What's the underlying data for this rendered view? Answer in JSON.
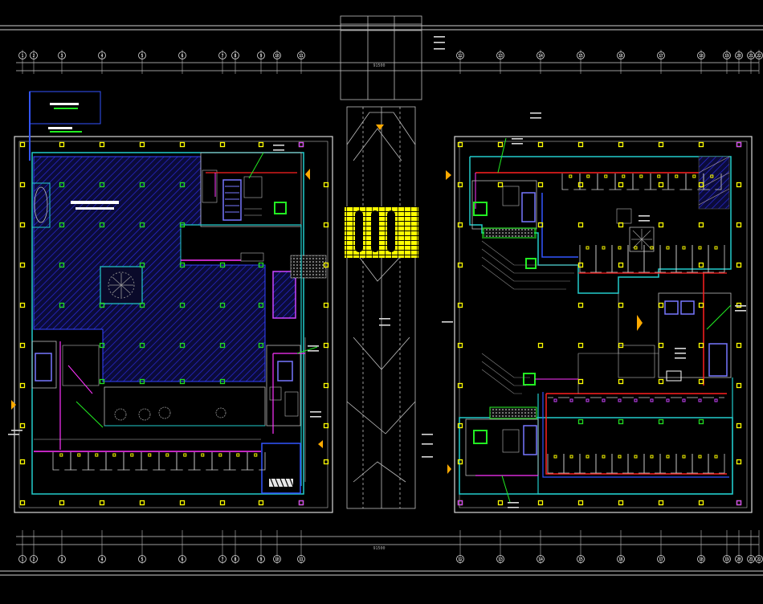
{
  "drawing": {
    "background": "#000000",
    "colors": {
      "wall": "#d9d9d9",
      "grid_line": "#cfcfcf",
      "hatch": "#2a2ad9",
      "column_yellow": "#ffff00",
      "column_green": "#22dd22",
      "column_magenta": "#cc44ff",
      "cyan": "#22cccc",
      "red": "#ff2020",
      "magenta": "#ff33ff",
      "blue_line": "#3355ff",
      "green_line": "#22ee22",
      "stair": "#7777ff",
      "dim": "#999999"
    },
    "top_axis_labels": [
      "1",
      "2",
      "3",
      "4",
      "5",
      "6",
      "7",
      "8",
      "9",
      "10",
      "11",
      "12",
      "13",
      "14",
      "15",
      "16",
      "17",
      "18",
      "19",
      "20",
      "21",
      "22"
    ],
    "bottom_axis_labels": [
      "1",
      "2",
      "3",
      "4",
      "5",
      "6",
      "7",
      "8",
      "9",
      "10",
      "11",
      "12",
      "13",
      "14",
      "15",
      "16",
      "17",
      "18",
      "19",
      "20",
      "21",
      "22"
    ],
    "top_total_dim": "91500",
    "bottom_total_dim": "91500",
    "title_block": {
      "line1": "",
      "line2": ""
    },
    "room_labels": []
  }
}
